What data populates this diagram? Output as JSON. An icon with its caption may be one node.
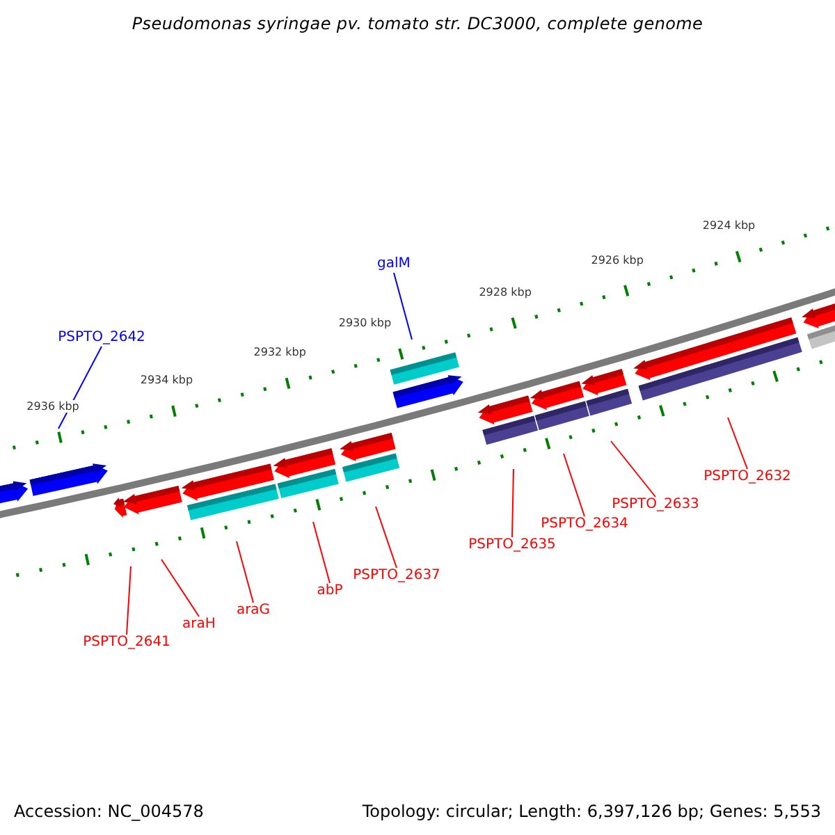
{
  "diagram": {
    "title": "Pseudomonas syringae pv. tomato str. DC3000, complete genome",
    "nodes": [
      {
        "text": [
          "PSPTO_2642"
        ]
      },
      {
        "text": [
          "galM"
        ]
      },
      {
        "text": [
          "PSPTO_2641"
        ]
      },
      {
        "text": [
          "araH"
        ]
      },
      {
        "text": [
          "araG"
        ]
      },
      {
        "text": [
          "abP"
        ]
      },
      {
        "text": [
          "PSPTO_2637"
        ]
      },
      {
        "text": [
          "PSPTO_2635"
        ]
      },
      {
        "text": [
          "PSPTO_2634"
        ]
      },
      {
        "text": [
          "PSPTO_2633"
        ]
      },
      {
        "text": [
          "PSPTO_2632"
        ]
      }
    ],
    "edges": [
      {
        "from": 0,
        "to": null,
        "arrow": "none",
        "color": "#0000ff"
      },
      {
        "from": 1,
        "to": null,
        "arrow": "none",
        "color": "#0000ff"
      },
      {
        "from": 2,
        "to": null,
        "arrow": "none"
      },
      {
        "from": 3,
        "to": null,
        "arrow": "none"
      },
      {
        "from": 4,
        "to": null,
        "arrow": "none"
      },
      {
        "from": 5,
        "to": null,
        "arrow": "none"
      },
      {
        "from": 6,
        "to": null,
        "arrow": "none"
      },
      {
        "from": 7,
        "to": null,
        "arrow": "none"
      },
      {
        "from": 8,
        "to": null,
        "arrow": "none"
      },
      {
        "from": 9,
        "to": null,
        "arrow": "none"
      },
      {
        "from": 10,
        "to": null,
        "arrow": "none"
      }
    ],
    "labels": [
      "2936 kbp",
      "2934 kbp",
      "2932 kbp",
      "2930 kbp",
      "2928 kbp",
      "2926 kbp",
      "2924 kbp",
      "Accession: NC_004578",
      "Topology: circular; Length: 6,397,126 bp; Genes: 5,553"
    ]
  }
}
